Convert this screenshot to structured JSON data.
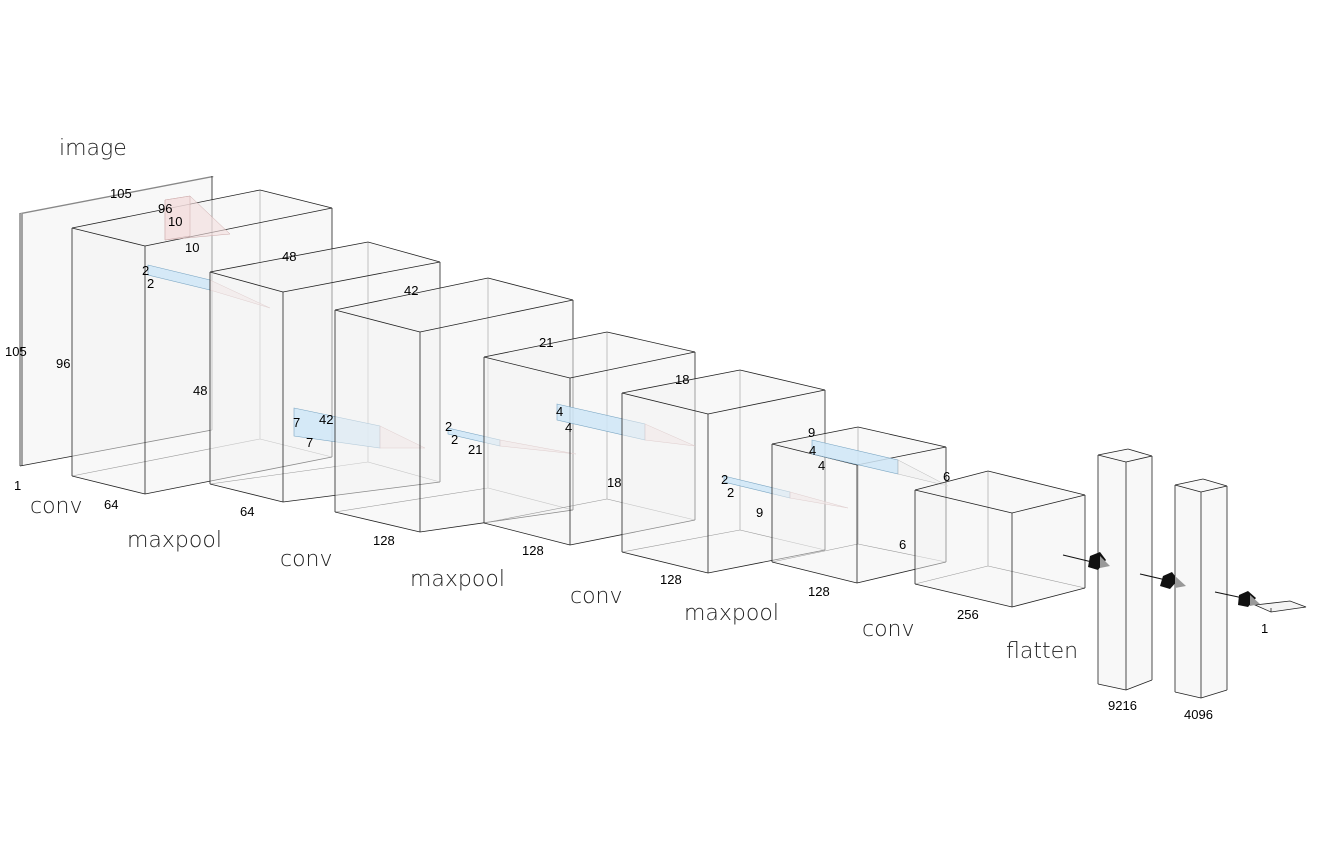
{
  "stages": {
    "image": "image",
    "conv1": "conv",
    "maxpool1": "maxpool",
    "conv2": "conv",
    "maxpool2": "maxpool",
    "conv3": "conv",
    "maxpool3": "maxpool",
    "conv4": "conv",
    "flatten": "flatten"
  },
  "dims": {
    "image_w": "105",
    "image_h": "105",
    "image_d": "1",
    "l1_w": "96",
    "l1_h": "96",
    "l1_d": "64",
    "k1_a": "10",
    "k1_b": "10",
    "k2_a": "2",
    "k2_b": "2",
    "l2_w": "48",
    "l2_h": "48",
    "l2_d": "64",
    "k3_a": "7",
    "k3_b": "7",
    "l3_w": "42",
    "l3_h": "42",
    "l3_d": "128",
    "k4_a": "2",
    "k4_b": "2",
    "l4_w": "21",
    "l4_h": "21",
    "l4_d": "128",
    "k5_a": "4",
    "k5_b": "4",
    "l5_w": "18",
    "l5_h": "18",
    "l5_d": "128",
    "k6_a": "2",
    "k6_b": "2",
    "l6_w": "9",
    "l6_h": "9",
    "l6_d": "128",
    "k7_a": "4",
    "k7_b": "4",
    "l7_w": "6",
    "l7_h": "6",
    "l7_d": "256",
    "fc1": "9216",
    "fc2": "4096",
    "out": "1"
  }
}
